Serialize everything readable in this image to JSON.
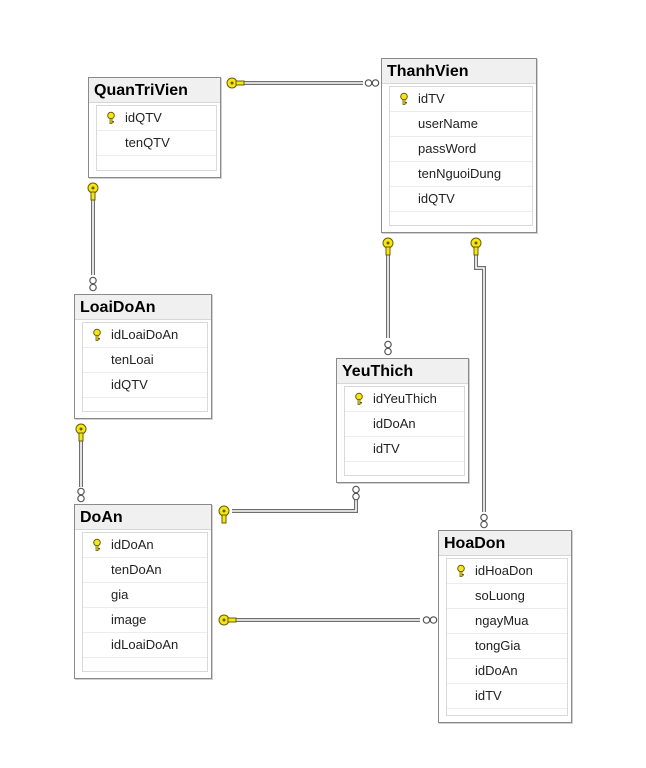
{
  "tables": [
    {
      "id": "QuanTriVien",
      "title": "QuanTriVien",
      "columns": [
        {
          "name": "idQTV",
          "pk": true
        },
        {
          "name": "tenQTV",
          "pk": false
        }
      ]
    },
    {
      "id": "ThanhVien",
      "title": "ThanhVien",
      "columns": [
        {
          "name": "idTV",
          "pk": true
        },
        {
          "name": "userName",
          "pk": false
        },
        {
          "name": "passWord",
          "pk": false
        },
        {
          "name": "tenNguoiDung",
          "pk": false
        },
        {
          "name": "idQTV",
          "pk": false
        }
      ]
    },
    {
      "id": "LoaiDoAn",
      "title": "LoaiDoAn",
      "columns": [
        {
          "name": "idLoaiDoAn",
          "pk": true
        },
        {
          "name": "tenLoai",
          "pk": false
        },
        {
          "name": "idQTV",
          "pk": false
        }
      ]
    },
    {
      "id": "YeuThich",
      "title": "YeuThich",
      "columns": [
        {
          "name": "idYeuThich",
          "pk": true
        },
        {
          "name": "idDoAn",
          "pk": false
        },
        {
          "name": "idTV",
          "pk": false
        }
      ]
    },
    {
      "id": "DoAn",
      "title": "DoAn",
      "columns": [
        {
          "name": "idDoAn",
          "pk": true
        },
        {
          "name": "tenDoAn",
          "pk": false
        },
        {
          "name": "gia",
          "pk": false
        },
        {
          "name": "image",
          "pk": false
        },
        {
          "name": "idLoaiDoAn",
          "pk": false
        }
      ]
    },
    {
      "id": "HoaDon",
      "title": "HoaDon",
      "columns": [
        {
          "name": "idHoaDon",
          "pk": true
        },
        {
          "name": "soLuong",
          "pk": false
        },
        {
          "name": "ngayMua",
          "pk": false
        },
        {
          "name": "tongGia",
          "pk": false
        },
        {
          "name": "idDoAn",
          "pk": false
        },
        {
          "name": "idTV",
          "pk": false
        }
      ]
    }
  ],
  "relationships": [
    {
      "from": "QuanTriVien",
      "to": "ThanhVien"
    },
    {
      "from": "QuanTriVien",
      "to": "LoaiDoAn"
    },
    {
      "from": "ThanhVien",
      "to": "YeuThich"
    },
    {
      "from": "ThanhVien",
      "to": "HoaDon"
    },
    {
      "from": "LoaiDoAn",
      "to": "DoAn"
    },
    {
      "from": "DoAn",
      "to": "YeuThich"
    },
    {
      "from": "DoAn",
      "to": "HoaDon"
    }
  ],
  "colors": {
    "key_fill": "#f5e61a",
    "key_stroke": "#6b5e00",
    "line": "#6e6e6e",
    "infinity": "#555555"
  }
}
